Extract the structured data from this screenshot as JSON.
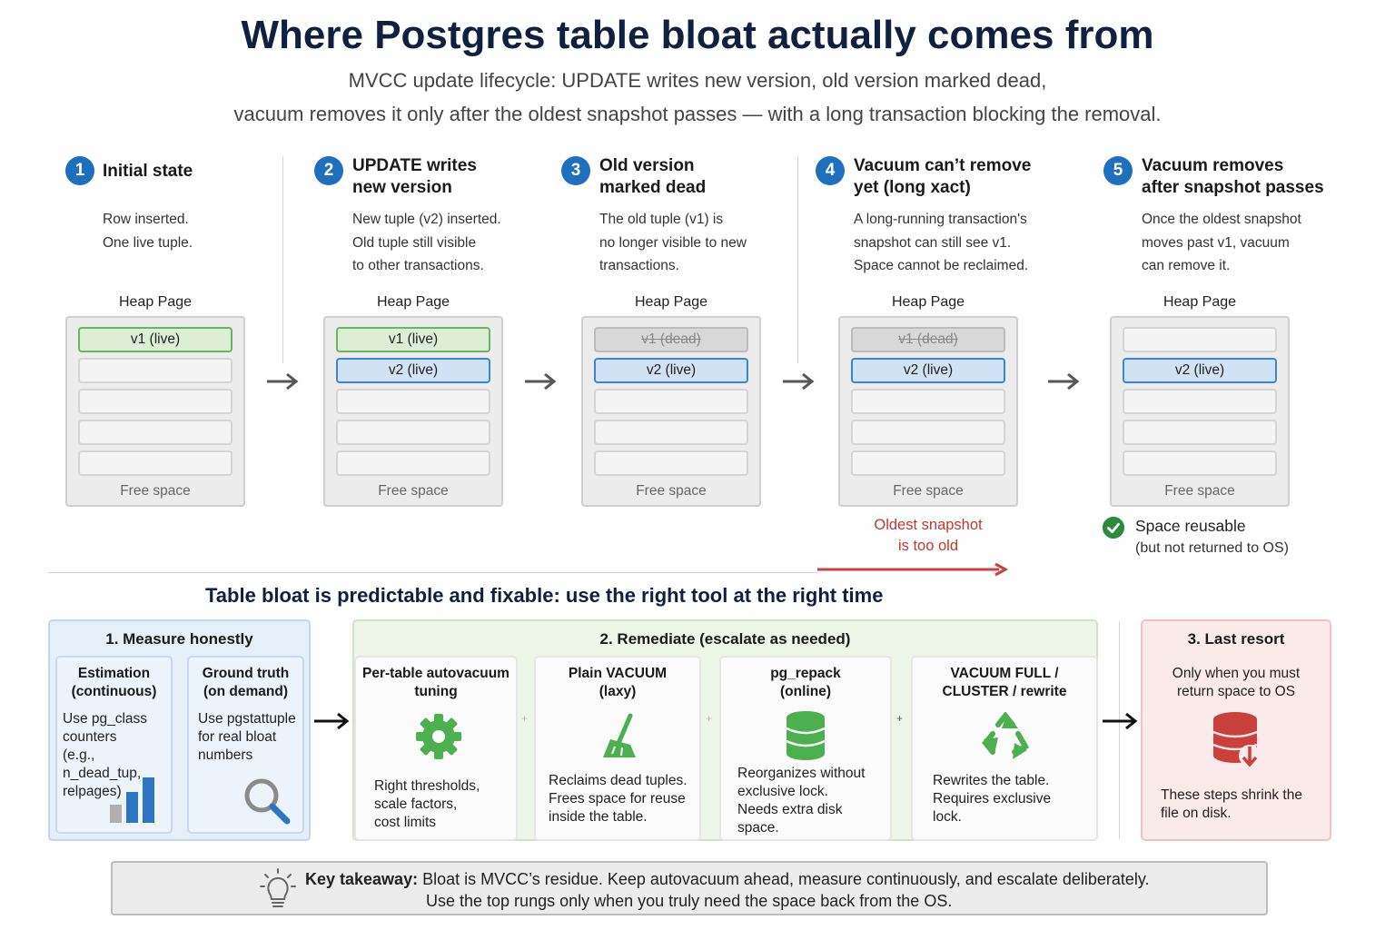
{
  "title": "Where Postgres table bloat actually comes from",
  "subtitle_line1": "MVCC update lifecycle: UPDATE writes new version, old version marked dead,",
  "subtitle_line2": "vacuum removes it only after the oldest snapshot passes — with a long transaction blocking the removal.",
  "heap_label": "Heap Page",
  "free_space": "Free space",
  "steps": [
    {
      "num": "1",
      "title1": "Initial state",
      "title2": "",
      "desc": [
        "Row inserted.",
        "One live tuple."
      ],
      "slots": [
        {
          "text": "v1 (live)",
          "state": "live-green"
        },
        {
          "text": "",
          "state": "empty"
        },
        {
          "text": "",
          "state": "empty"
        },
        {
          "text": "",
          "state": "empty"
        },
        {
          "text": "",
          "state": "empty"
        }
      ]
    },
    {
      "num": "2",
      "title1": "UPDATE writes",
      "title2": "new version",
      "desc": [
        "New tuple (v2) inserted.",
        "Old tuple still visible",
        "to other transactions."
      ],
      "slots": [
        {
          "text": "v1 (live)",
          "state": "live-green"
        },
        {
          "text": "v2 (live)",
          "state": "live-blue"
        },
        {
          "text": "",
          "state": "empty"
        },
        {
          "text": "",
          "state": "empty"
        },
        {
          "text": "",
          "state": "empty"
        }
      ]
    },
    {
      "num": "3",
      "title1": "Old version",
      "title2": "marked dead",
      "desc": [
        "The old tuple (v1) is",
        "no longer visible to new",
        "transactions."
      ],
      "slots": [
        {
          "text": "v1 (dead)",
          "state": "dead"
        },
        {
          "text": "v2 (live)",
          "state": "live-blue"
        },
        {
          "text": "",
          "state": "empty"
        },
        {
          "text": "",
          "state": "empty"
        },
        {
          "text": "",
          "state": "empty"
        }
      ]
    },
    {
      "num": "4",
      "title1": "Vacuum can’t remove",
      "title2": "yet (long xact)",
      "desc": [
        "A long-running transaction's",
        "snapshot can still see v1.",
        "Space cannot be reclaimed."
      ],
      "slots": [
        {
          "text": "v1 (dead)",
          "state": "dead"
        },
        {
          "text": "v2 (live)",
          "state": "live-blue"
        },
        {
          "text": "",
          "state": "empty"
        },
        {
          "text": "",
          "state": "empty"
        },
        {
          "text": "",
          "state": "empty"
        }
      ]
    },
    {
      "num": "5",
      "title1": "Vacuum removes",
      "title2": "after snapshot passes",
      "desc": [
        "Once the oldest snapshot",
        "moves past v1, vacuum",
        "can remove it."
      ],
      "slots": [
        {
          "text": "",
          "state": "empty"
        },
        {
          "text": "v2 (live)",
          "state": "live-blue"
        },
        {
          "text": "",
          "state": "empty"
        },
        {
          "text": "",
          "state": "empty"
        },
        {
          "text": "",
          "state": "empty"
        }
      ]
    }
  ],
  "warning": {
    "line1": "Oldest snapshot",
    "line2": "is too old"
  },
  "reusable": {
    "line1": "Space reusable",
    "line2": "(but not returned to OS)"
  },
  "section2_title": "Table bloat is predictable and fixable: use the right tool at the right time",
  "measure": {
    "title": "1. Measure honestly",
    "estimation": {
      "title1": "Estimation",
      "title2": "(continuous)",
      "text": [
        "Use pg_class",
        "counters",
        "(e.g., n_dead_tup,",
        "relpages)"
      ],
      "icon": "bar-chart-icon"
    },
    "truth": {
      "title1": "Ground truth",
      "title2": "(on demand)",
      "text": [
        "Use pgstattuple",
        "for real bloat",
        "numbers"
      ],
      "icon": "magnifier-icon"
    }
  },
  "remediate": {
    "title": "2. Remediate (escalate as needed)",
    "cards": [
      {
        "title1": "Per-table autovacuum",
        "title2": "tuning",
        "text": [
          "Right thresholds,",
          "scale factors,",
          "cost limits"
        ],
        "icon": "gear-icon"
      },
      {
        "title1": "Plain VACUUM",
        "title2": "(laxy)",
        "text": [
          "Reclaims dead tuples.",
          "Frees space for reuse",
          "inside the table."
        ],
        "icon": "broom-icon"
      },
      {
        "title1": "pg_repack",
        "title2": "(online)",
        "text": [
          "Reorganizes without",
          "exclusive lock.",
          "Needs extra disk",
          "space."
        ],
        "icon": "database-icon"
      },
      {
        "title1": "VACUUM FULL /",
        "title2": "CLUSTER / rewrite",
        "text": [
          "Rewrites the table.",
          "Requires exclusive",
          "lock."
        ],
        "icon": "recycle-icon"
      }
    ]
  },
  "last_resort": {
    "title": "3. Last resort",
    "line1": "Only when you must",
    "line2": "return space to OS",
    "text": [
      "These steps shrink the",
      "file on disk."
    ],
    "icon": "database-shrink-icon"
  },
  "takeaway": {
    "label": "Key takeaway:",
    "line1": "Bloat is MVCC’s residue. Keep autovacuum ahead, measure continuously, and escalate deliberately.",
    "line2": "Use the top rungs only when you truly need the space back from the OS.",
    "icon": "lightbulb-icon"
  },
  "colors": {
    "accent": "#1f6fbf",
    "live_green": "#dcefd6",
    "live_blue": "#cfe3f5",
    "warning": "#c0392b",
    "ok": "#2e8b3e",
    "remediate_icon": "#4caf50",
    "last_resort_icon": "#c9403d"
  }
}
